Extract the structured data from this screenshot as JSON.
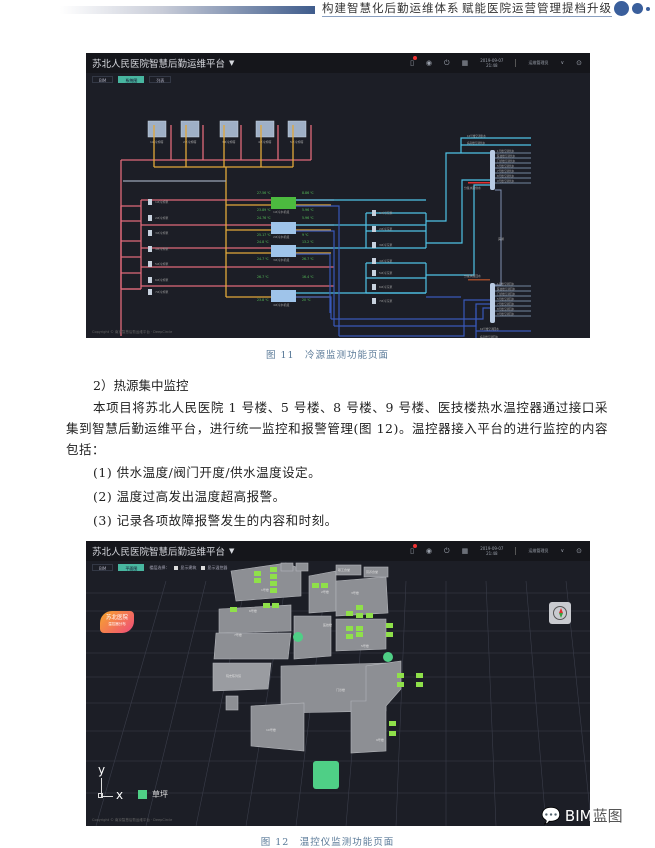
{
  "page_header": {
    "left": "构建智慧化后勤运维体系",
    "right": "赋能医院运营管理提档升级"
  },
  "figure11": {
    "app_title": "苏北人民医院智慧后勤运维平台",
    "datetime": [
      "2019-09-07",
      "21:48"
    ],
    "user": "运维管理员",
    "tabs": [
      "BIM",
      "系统图",
      "列表"
    ],
    "active_tab": 1,
    "copyright": "Copyright © 南京智慧后勤运维平台 · DeepCircle",
    "cooling_towers": [
      "1#冷却塔",
      "2#冷却塔",
      "3#冷却塔",
      "4#冷却塔",
      "5#冷却塔"
    ],
    "cooling_pumps": [
      "1#冷却泵",
      "2#冷却泵",
      "3#冷却泵",
      "4#冷却泵",
      "5#冷却泵",
      "6#冷却泵",
      "7#冷却泵"
    ],
    "chillers": [
      {
        "name": "1#冷水机组",
        "in_cw": "27.56 ℃",
        "out_cw": "23.89 ℃",
        "in_chw": "8.86 ℃",
        "out_chw": "5.96 ℃",
        "status": "running"
      },
      {
        "name": "2#冷水机组",
        "in_cw": "24.76 ℃",
        "out_cw": "25.17 ℃",
        "in_chw": "5.96 ℃",
        "out_chw": "9 ℃",
        "status": "stopped"
      },
      {
        "name": "3#冷水机组",
        "in_cw": "24.8 ℃",
        "out_cw": "24.7 ℃",
        "in_chw": "13.2 ℃",
        "out_chw": "26.7 ℃",
        "status": "stopped"
      },
      {
        "name": "4#冷水机组",
        "in_cw": "26.7 ℃",
        "out_cw": "23.8 ℃",
        "in_chw": "16.4 ℃",
        "out_chw": "20 ℃",
        "status": "stopped"
      }
    ],
    "chw_pumps": [
      "1#冷冻泵",
      "2#冷冻泵",
      "3#冷冻泵",
      "4#冷冻泵",
      "5#冷冻泵",
      "6#冷冻泵",
      "7#冷冻泵"
    ],
    "branches_top": [
      "1号楼空调供水",
      "医技楼空调供水",
      "门诊楼空调供水",
      "5号楼空调供水",
      "7号楼空调供水",
      "8号楼空调供水",
      "9号楼空调供水",
      "10号楼空调供水",
      "病房楼空调供水"
    ],
    "branches_bottom": [
      "1号楼空调回水",
      "医技楼空调回水",
      "门诊楼空调回水",
      "5号楼空调回水",
      "7号楼空调回水",
      "8号楼空调回水",
      "9号楼空调回水",
      "10号楼空调回水",
      "病房楼空调回水"
    ],
    "header_labels": [
      "分集水器供水",
      "分集水器回水"
    ],
    "bypass": "旁通"
  },
  "caption11": "图 11　冷源监测功能页面",
  "section_heading": "2）热源集中监控",
  "paragraph": "本项目将苏北人民医院 1 号楼、5 号楼、8 号楼、9 号楼、医技楼热水温控器通过接口采集到智慧后勤运维平台，进行统一监控和报警管理(图 12)。温控器接入平台的进行监控的内容包括：",
  "list": [
    "(1) 供水温度/阀门开度/供水温度设定。",
    "(2) 温度过高发出温度超高报警。",
    "(3) 记录各项故障报警发生的内容和时刻。"
  ],
  "figure12": {
    "app_title": "苏北人民医院智慧后勤运维平台",
    "datetime": [
      "2019-09-07",
      "21:48"
    ],
    "user": "运维管理员",
    "tabs": [
      "BIM",
      "平面图"
    ],
    "active_tab": 1,
    "filter_label": "楼层选择：",
    "checkboxes": [
      "显示建筑",
      "显示温控器"
    ],
    "badge": {
      "title": "苏北医院",
      "subtitle": "温控器分布"
    },
    "buildings": [
      "1号楼",
      "2号楼",
      "3号楼",
      "5号楼",
      "6号楼",
      "7号楼",
      "8号楼",
      "9号楼",
      "10号楼",
      "门诊楼",
      "医技楼",
      "职工食堂",
      "营养食堂",
      "综合楼",
      "病房楼",
      "传染楼",
      "院史陈列馆"
    ],
    "legend": {
      "axis_y": "y",
      "axis_x": "x",
      "item": "草坪",
      "color": "#4fcf86"
    },
    "copyright": "Copyright © 南京智慧后勤运维平台 · DeepCircle"
  },
  "caption12": "图 12　温控仪监测功能页面",
  "watermark": {
    "brand": "BIM",
    "suffix": "蓝图"
  },
  "colors": {
    "accent": "#48b6a0",
    "hot_pipe": "#e06a7a",
    "cw_pipe": "#e2a83a",
    "chw_supply": "#4fc3e6",
    "chw_return": "#3858b8",
    "thermostat": "#8fe04a",
    "header_blue": "#3a5f9c"
  }
}
